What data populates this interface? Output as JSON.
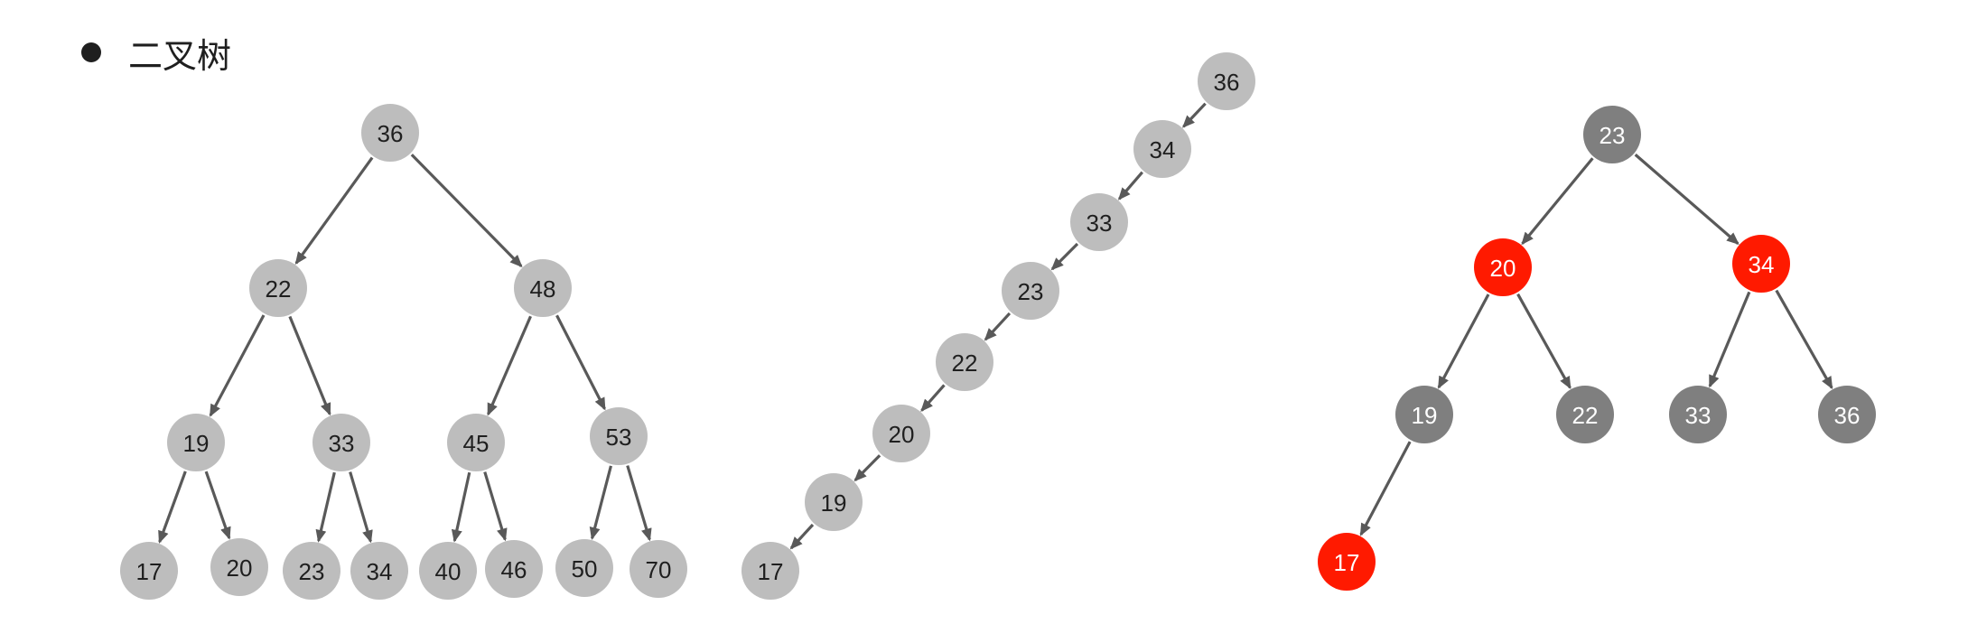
{
  "heading": {
    "bullet": "●",
    "title": "二叉树"
  },
  "colors": {
    "gray_node": "#bdbdbd",
    "gray_text": "#1f1f1f",
    "dark_node": "#7f7f7f",
    "red_node": "#ff1a00",
    "light_text": "#ffffff",
    "edge": "#595959"
  },
  "trees": [
    {
      "id": "balanced-tree",
      "nodes": [
        {
          "id": "a36",
          "label": "36",
          "style": "gray"
        },
        {
          "id": "a22",
          "label": "22",
          "style": "gray"
        },
        {
          "id": "a48",
          "label": "48",
          "style": "gray"
        },
        {
          "id": "a19",
          "label": "19",
          "style": "gray"
        },
        {
          "id": "a33",
          "label": "33",
          "style": "gray"
        },
        {
          "id": "a45",
          "label": "45",
          "style": "gray"
        },
        {
          "id": "a53",
          "label": "53",
          "style": "gray"
        },
        {
          "id": "a17",
          "label": "17",
          "style": "gray"
        },
        {
          "id": "a20",
          "label": "20",
          "style": "gray"
        },
        {
          "id": "a23",
          "label": "23",
          "style": "gray"
        },
        {
          "id": "a34",
          "label": "34",
          "style": "gray"
        },
        {
          "id": "a40",
          "label": "40",
          "style": "gray"
        },
        {
          "id": "a46",
          "label": "46",
          "style": "gray"
        },
        {
          "id": "a50",
          "label": "50",
          "style": "gray"
        },
        {
          "id": "a70",
          "label": "70",
          "style": "gray"
        }
      ],
      "edges": [
        [
          "a36",
          "a22"
        ],
        [
          "a36",
          "a48"
        ],
        [
          "a22",
          "a19"
        ],
        [
          "a22",
          "a33"
        ],
        [
          "a48",
          "a45"
        ],
        [
          "a48",
          "a53"
        ],
        [
          "a19",
          "a17"
        ],
        [
          "a19",
          "a20"
        ],
        [
          "a33",
          "a23"
        ],
        [
          "a33",
          "a34"
        ],
        [
          "a45",
          "a40"
        ],
        [
          "a45",
          "a46"
        ],
        [
          "a53",
          "a50"
        ],
        [
          "a53",
          "a70"
        ]
      ]
    },
    {
      "id": "degenerate-tree",
      "nodes": [
        {
          "id": "b36",
          "label": "36",
          "style": "gray"
        },
        {
          "id": "b34",
          "label": "34",
          "style": "gray"
        },
        {
          "id": "b33",
          "label": "33",
          "style": "gray"
        },
        {
          "id": "b23",
          "label": "23",
          "style": "gray"
        },
        {
          "id": "b22",
          "label": "22",
          "style": "gray"
        },
        {
          "id": "b20",
          "label": "20",
          "style": "gray"
        },
        {
          "id": "b19",
          "label": "19",
          "style": "gray"
        },
        {
          "id": "b17",
          "label": "17",
          "style": "gray"
        }
      ],
      "edges": [
        [
          "b36",
          "b34"
        ],
        [
          "b34",
          "b33"
        ],
        [
          "b33",
          "b23"
        ],
        [
          "b23",
          "b22"
        ],
        [
          "b22",
          "b20"
        ],
        [
          "b20",
          "b19"
        ],
        [
          "b19",
          "b17"
        ]
      ]
    },
    {
      "id": "red-black-tree",
      "nodes": [
        {
          "id": "c23",
          "label": "23",
          "style": "dark"
        },
        {
          "id": "c20",
          "label": "20",
          "style": "red"
        },
        {
          "id": "c34",
          "label": "34",
          "style": "red"
        },
        {
          "id": "c19",
          "label": "19",
          "style": "dark"
        },
        {
          "id": "c22",
          "label": "22",
          "style": "dark"
        },
        {
          "id": "c33",
          "label": "33",
          "style": "dark"
        },
        {
          "id": "c36",
          "label": "36",
          "style": "dark"
        },
        {
          "id": "c17",
          "label": "17",
          "style": "red"
        }
      ],
      "edges": [
        [
          "c23",
          "c20"
        ],
        [
          "c23",
          "c34"
        ],
        [
          "c20",
          "c19"
        ],
        [
          "c20",
          "c22"
        ],
        [
          "c34",
          "c33"
        ],
        [
          "c34",
          "c36"
        ],
        [
          "c19",
          "c17"
        ]
      ]
    }
  ]
}
